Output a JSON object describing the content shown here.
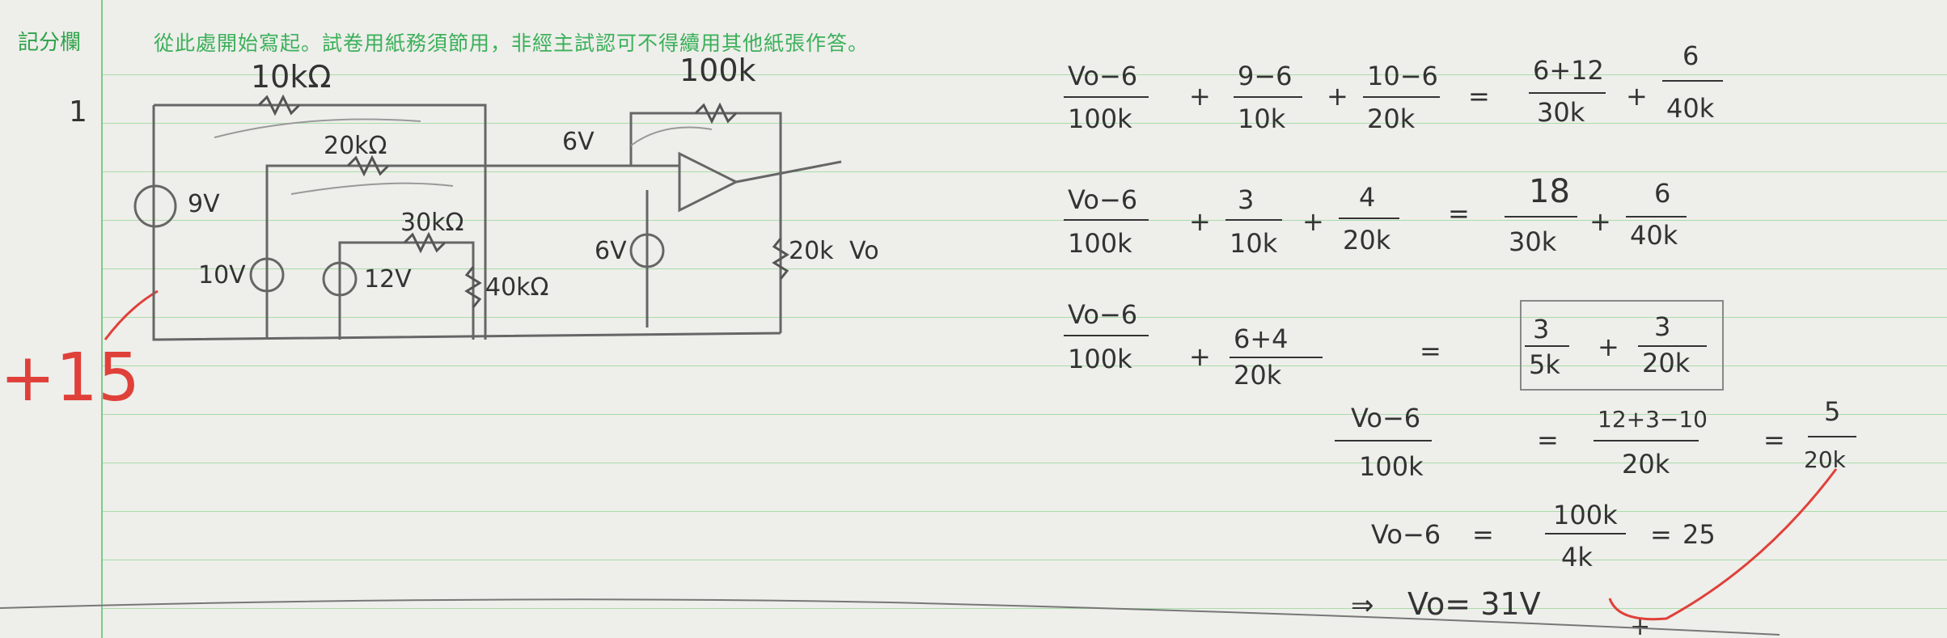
{
  "header": {
    "margin_label": "記分欄",
    "instruction": "從此處開始寫起。試卷用紙務須節用，非經主試認可不得續用其他紙張作答。"
  },
  "question": {
    "number": "1",
    "score": "+15"
  },
  "circuit": {
    "r1": "10kΩ",
    "r2": "20kΩ",
    "r3": "30kΩ",
    "r4": "40kΩ",
    "rf": "100k",
    "rl": "20k",
    "v1": "9V",
    "v2": "10V",
    "v3": "12V",
    "v4": "6V",
    "node_v": "6V",
    "vo": "Vo"
  },
  "solution": {
    "line1": {
      "t1n": "Vo−6",
      "t1d": "100k",
      "t2n": "9−6",
      "t2d": "10k",
      "t3n": "10−6",
      "t3d": "20k",
      "r1n": "6+12",
      "r1d": "30k",
      "r2n": "6",
      "r2d": "40k"
    },
    "line2": {
      "t1n": "Vo−6",
      "t1d": "100k",
      "t2n": "3",
      "t2d": "10k",
      "t3n": "4",
      "t3d": "20k",
      "r1n": "18",
      "r1d": "30k",
      "r2n": "6",
      "r2d": "40k"
    },
    "line3": {
      "t1n": "Vo−6",
      "t1d": "100k",
      "t2n": "6+4",
      "t2d": "20k",
      "r1n": "3",
      "r1d": "5k",
      "r2n": "3",
      "r2d": "20k"
    },
    "line4": {
      "ln": "Vo−6",
      "ld": "100k",
      "rn": "12+3−10",
      "rd": "20k",
      "fn": "5",
      "fd": "20k"
    },
    "line5": {
      "lhs": "Vo−6",
      "rn": "100k",
      "rd": "4k",
      "result": "25"
    },
    "final": "Vo= 31V",
    "plus": "+"
  }
}
